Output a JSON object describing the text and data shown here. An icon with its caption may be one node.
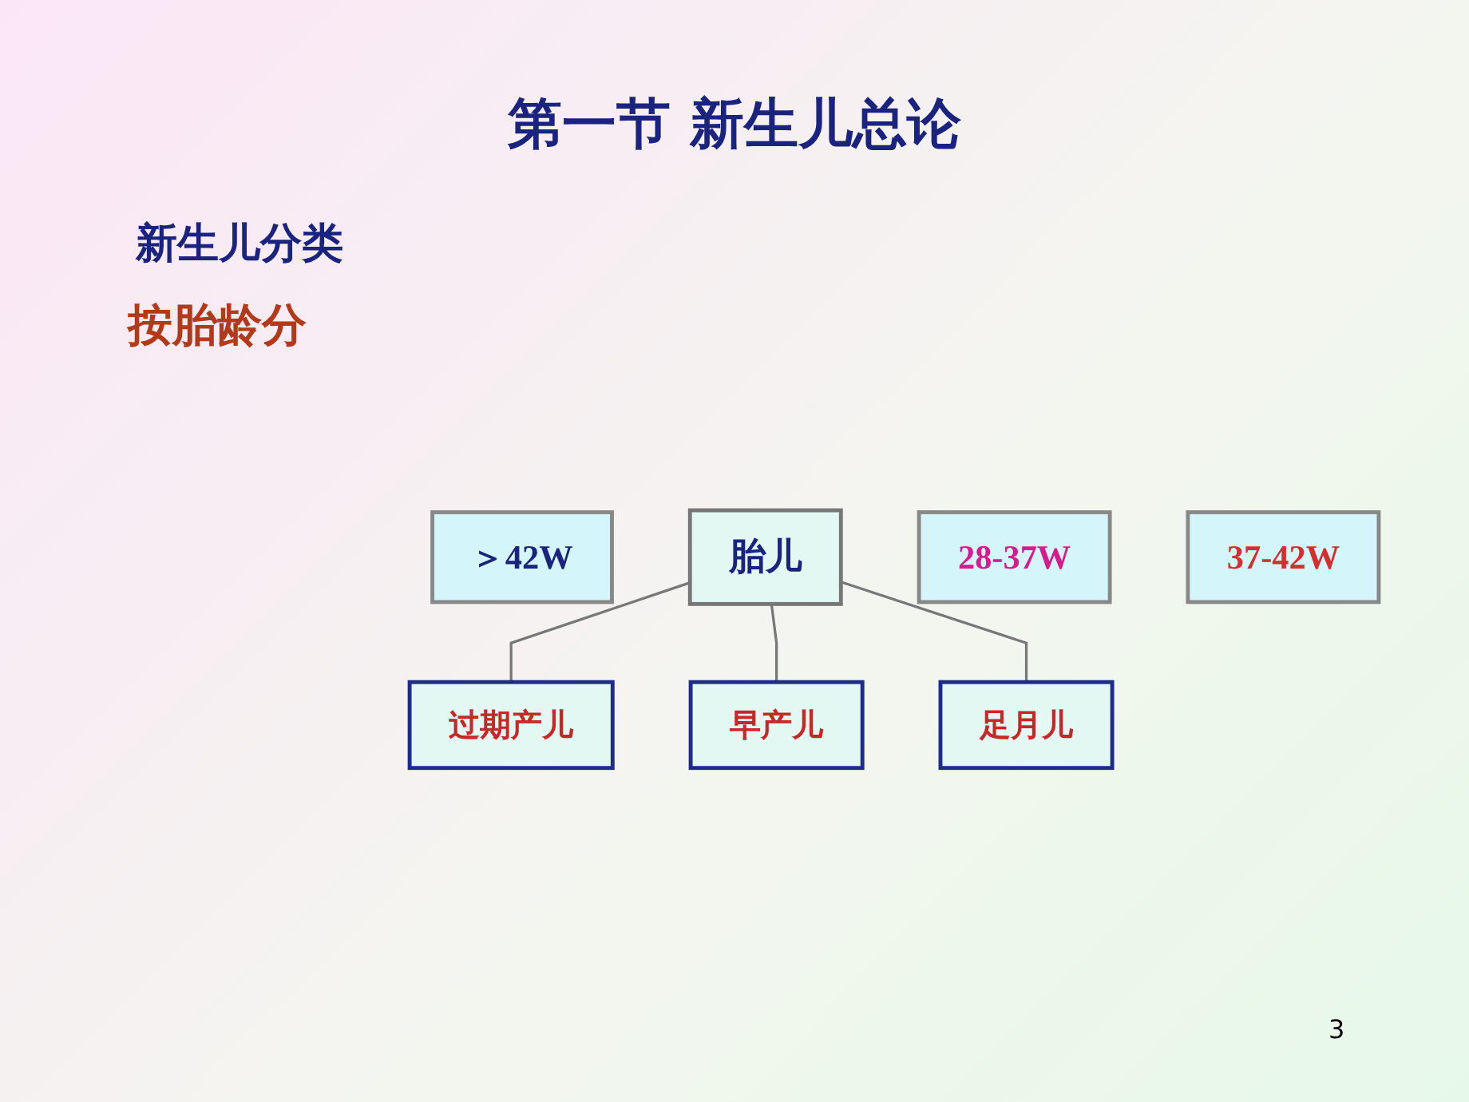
{
  "diagram": {
    "title": "第一节 新生儿总论",
    "nodes": [
      {
        "text": [
          "＞42W"
        ]
      },
      {
        "text": [
          "过期产儿"
        ]
      },
      {
        "text": [
          "胎儿"
        ]
      },
      {
        "text": [
          "28-37W"
        ]
      },
      {
        "text": [
          "早产儿"
        ]
      },
      {
        "text": [
          "足月儿"
        ]
      },
      {
        "text": [
          "37-42W"
        ]
      }
    ],
    "edges": [
      {
        "from": 2,
        "to": 1,
        "arrow": "none"
      },
      {
        "from": 2,
        "to": 4,
        "arrow": "none"
      },
      {
        "from": 2,
        "to": 5,
        "arrow": "none"
      }
    ],
    "labels": [
      "新生儿分类",
      "按胎龄分",
      "3"
    ]
  }
}
